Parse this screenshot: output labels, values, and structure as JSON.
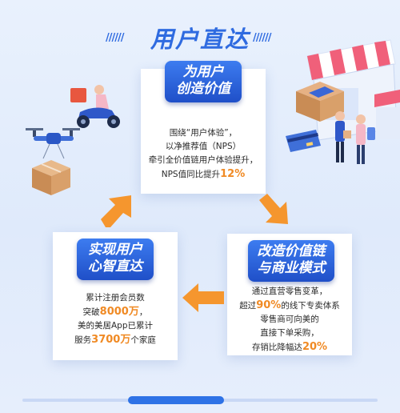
{
  "title": {
    "text": "用户直达",
    "left_deco": "//////",
    "right_deco": "//////"
  },
  "colors": {
    "accent_blue": "#2f6be0",
    "highlight_orange": "#f08a24",
    "arrow_orange": "#f5962e"
  },
  "cards": [
    {
      "badge": [
        "为用户",
        "创造价值"
      ],
      "text_lines": [
        {
          "parts": [
            {
              "t": "围绕“用户体验”，"
            }
          ]
        },
        {
          "parts": [
            {
              "t": "以净推荐值（NPS）"
            }
          ]
        },
        {
          "parts": [
            {
              "t": "牵引全价值链用户体验提升，"
            }
          ]
        },
        {
          "parts": [
            {
              "t": "NPS值同比提升"
            },
            {
              "t": "12%",
              "hl": true
            }
          ]
        }
      ]
    },
    {
      "badge": [
        "改造价值链",
        "与商业模式"
      ],
      "text_lines": [
        {
          "parts": [
            {
              "t": "通过直营零售变革，"
            }
          ]
        },
        {
          "parts": [
            {
              "t": "超过"
            },
            {
              "t": "90%",
              "hl": true
            },
            {
              "t": "的线下专卖体系"
            }
          ]
        },
        {
          "parts": [
            {
              "t": "零售商可向美的"
            }
          ]
        },
        {
          "parts": [
            {
              "t": "直接下单采购，"
            }
          ]
        },
        {
          "parts": [
            {
              "t": "存销比降幅达"
            },
            {
              "t": "20%",
              "hl": true
            }
          ]
        }
      ]
    },
    {
      "badge": [
        "实现用户",
        "心智直达"
      ],
      "text_lines": [
        {
          "parts": [
            {
              "t": "累计注册会员数"
            }
          ]
        },
        {
          "parts": [
            {
              "t": "突破"
            },
            {
              "t": "8000万",
              "hl": true
            },
            {
              "t": "，"
            }
          ]
        },
        {
          "parts": [
            {
              "t": "美的美居App已累计"
            }
          ]
        },
        {
          "parts": [
            {
              "t": "服务"
            },
            {
              "t": "3700万",
              "hl": true
            },
            {
              "t": "个家庭"
            }
          ]
        }
      ]
    }
  ],
  "illustrations": {
    "left": [
      "drone-icon",
      "delivery-scooter-icon",
      "parcel-box-icon"
    ],
    "right": [
      "storefront-icon",
      "shopping-people-icon",
      "credit-card-icon"
    ]
  },
  "scroll": {
    "position_fraction": 0.36
  }
}
